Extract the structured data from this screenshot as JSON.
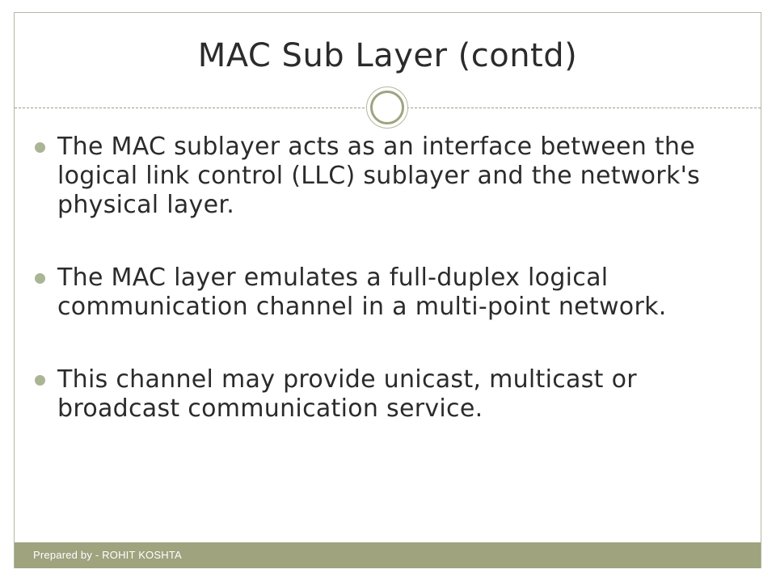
{
  "slide": {
    "title": "MAC Sub Layer (contd)",
    "bullets": [
      "The MAC sublayer acts as an interface between the logical link control (LLC) sublayer and the network's physical layer.",
      "The MAC layer emulates a full-duplex logical communication channel in a multi-point network.",
      "This channel may provide unicast, multicast or broadcast communication service."
    ],
    "footer": "Prepared by - ROHIT KOSHTA"
  },
  "colors": {
    "accent": "#9fa37e",
    "bullet": "#aab596",
    "text": "#2b2b2b",
    "border": "#b4b7a0"
  },
  "icons": {
    "divider_ornament": "double-circle-ornament-icon",
    "bullet_marker": "bullet-dot-icon"
  }
}
